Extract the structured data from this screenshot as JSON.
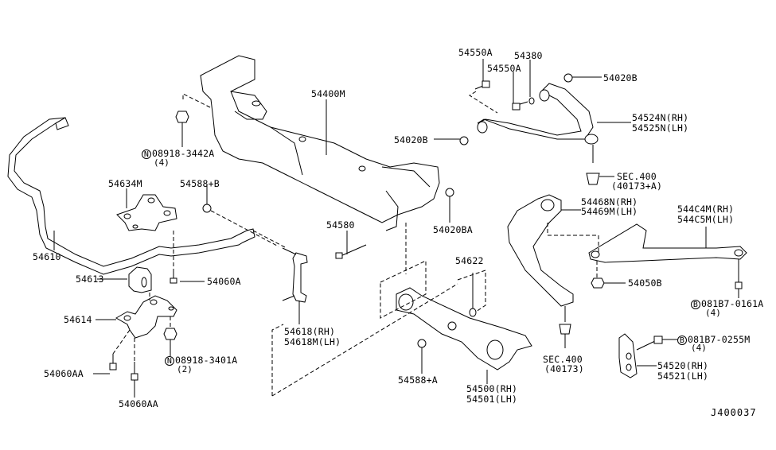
{
  "diagram": {
    "title": "Front suspension parts diagram",
    "diagram_code": "J400037",
    "parts": {
      "p54610": {
        "label": "54610"
      },
      "p54634M": {
        "label": "54634M"
      },
      "p54588B": {
        "label": "54588+B"
      },
      "p08918_3442A": {
        "prefix": "N",
        "label": "08918-3442A",
        "qty": "(4)"
      },
      "p54613": {
        "label": "54613"
      },
      "p54060A": {
        "label": "54060A"
      },
      "p54614": {
        "label": "54614"
      },
      "p08918_3401A": {
        "prefix": "N",
        "label": "08918-3401A",
        "qty": "(2)"
      },
      "p54060AA_left": {
        "label": "54060AA"
      },
      "p54060AA_bottom": {
        "label": "54060AA"
      },
      "p54400M": {
        "label": "54400M"
      },
      "p54580": {
        "label": "54580"
      },
      "p54020BA": {
        "label": "54020BA"
      },
      "p54618": {
        "rh": "54618(RH)",
        "lh": "54618M(LH)"
      },
      "p54550A_1": {
        "label": "54550A"
      },
      "p54550A_2": {
        "label": "54550A"
      },
      "p54380": {
        "label": "54380"
      },
      "p54020B_top": {
        "label": "54020B"
      },
      "p54020B_left": {
        "label": "54020B"
      },
      "p54524N": {
        "rh": "54524N(RH)",
        "lh": "54525N(LH)"
      },
      "sec400_upper": {
        "label": "SEC.400",
        "ref": "(40173+A)"
      },
      "p54468N": {
        "rh": "54468N(RH)",
        "lh": "54469M(LH)"
      },
      "p544C4M": {
        "rh": "544C4M(RH)",
        "lh": "544C5M(LH)"
      },
      "p54050B": {
        "label": "54050B"
      },
      "p081B7_0161A": {
        "prefix": "B",
        "label": "081B7-0161A",
        "qty": "(4)"
      },
      "p54622": {
        "label": "54622"
      },
      "p54588A": {
        "label": "54588+A"
      },
      "p54500": {
        "rh": "54500(RH)",
        "lh": "54501(LH)"
      },
      "sec400_lower": {
        "label": "SEC.400",
        "ref": "(40173)"
      },
      "p081B7_0255M": {
        "prefix": "B",
        "label": "081B7-0255M",
        "qty": "(4)"
      },
      "p54520": {
        "rh": "54520(RH)",
        "lh": "54521(LH)"
      }
    }
  }
}
